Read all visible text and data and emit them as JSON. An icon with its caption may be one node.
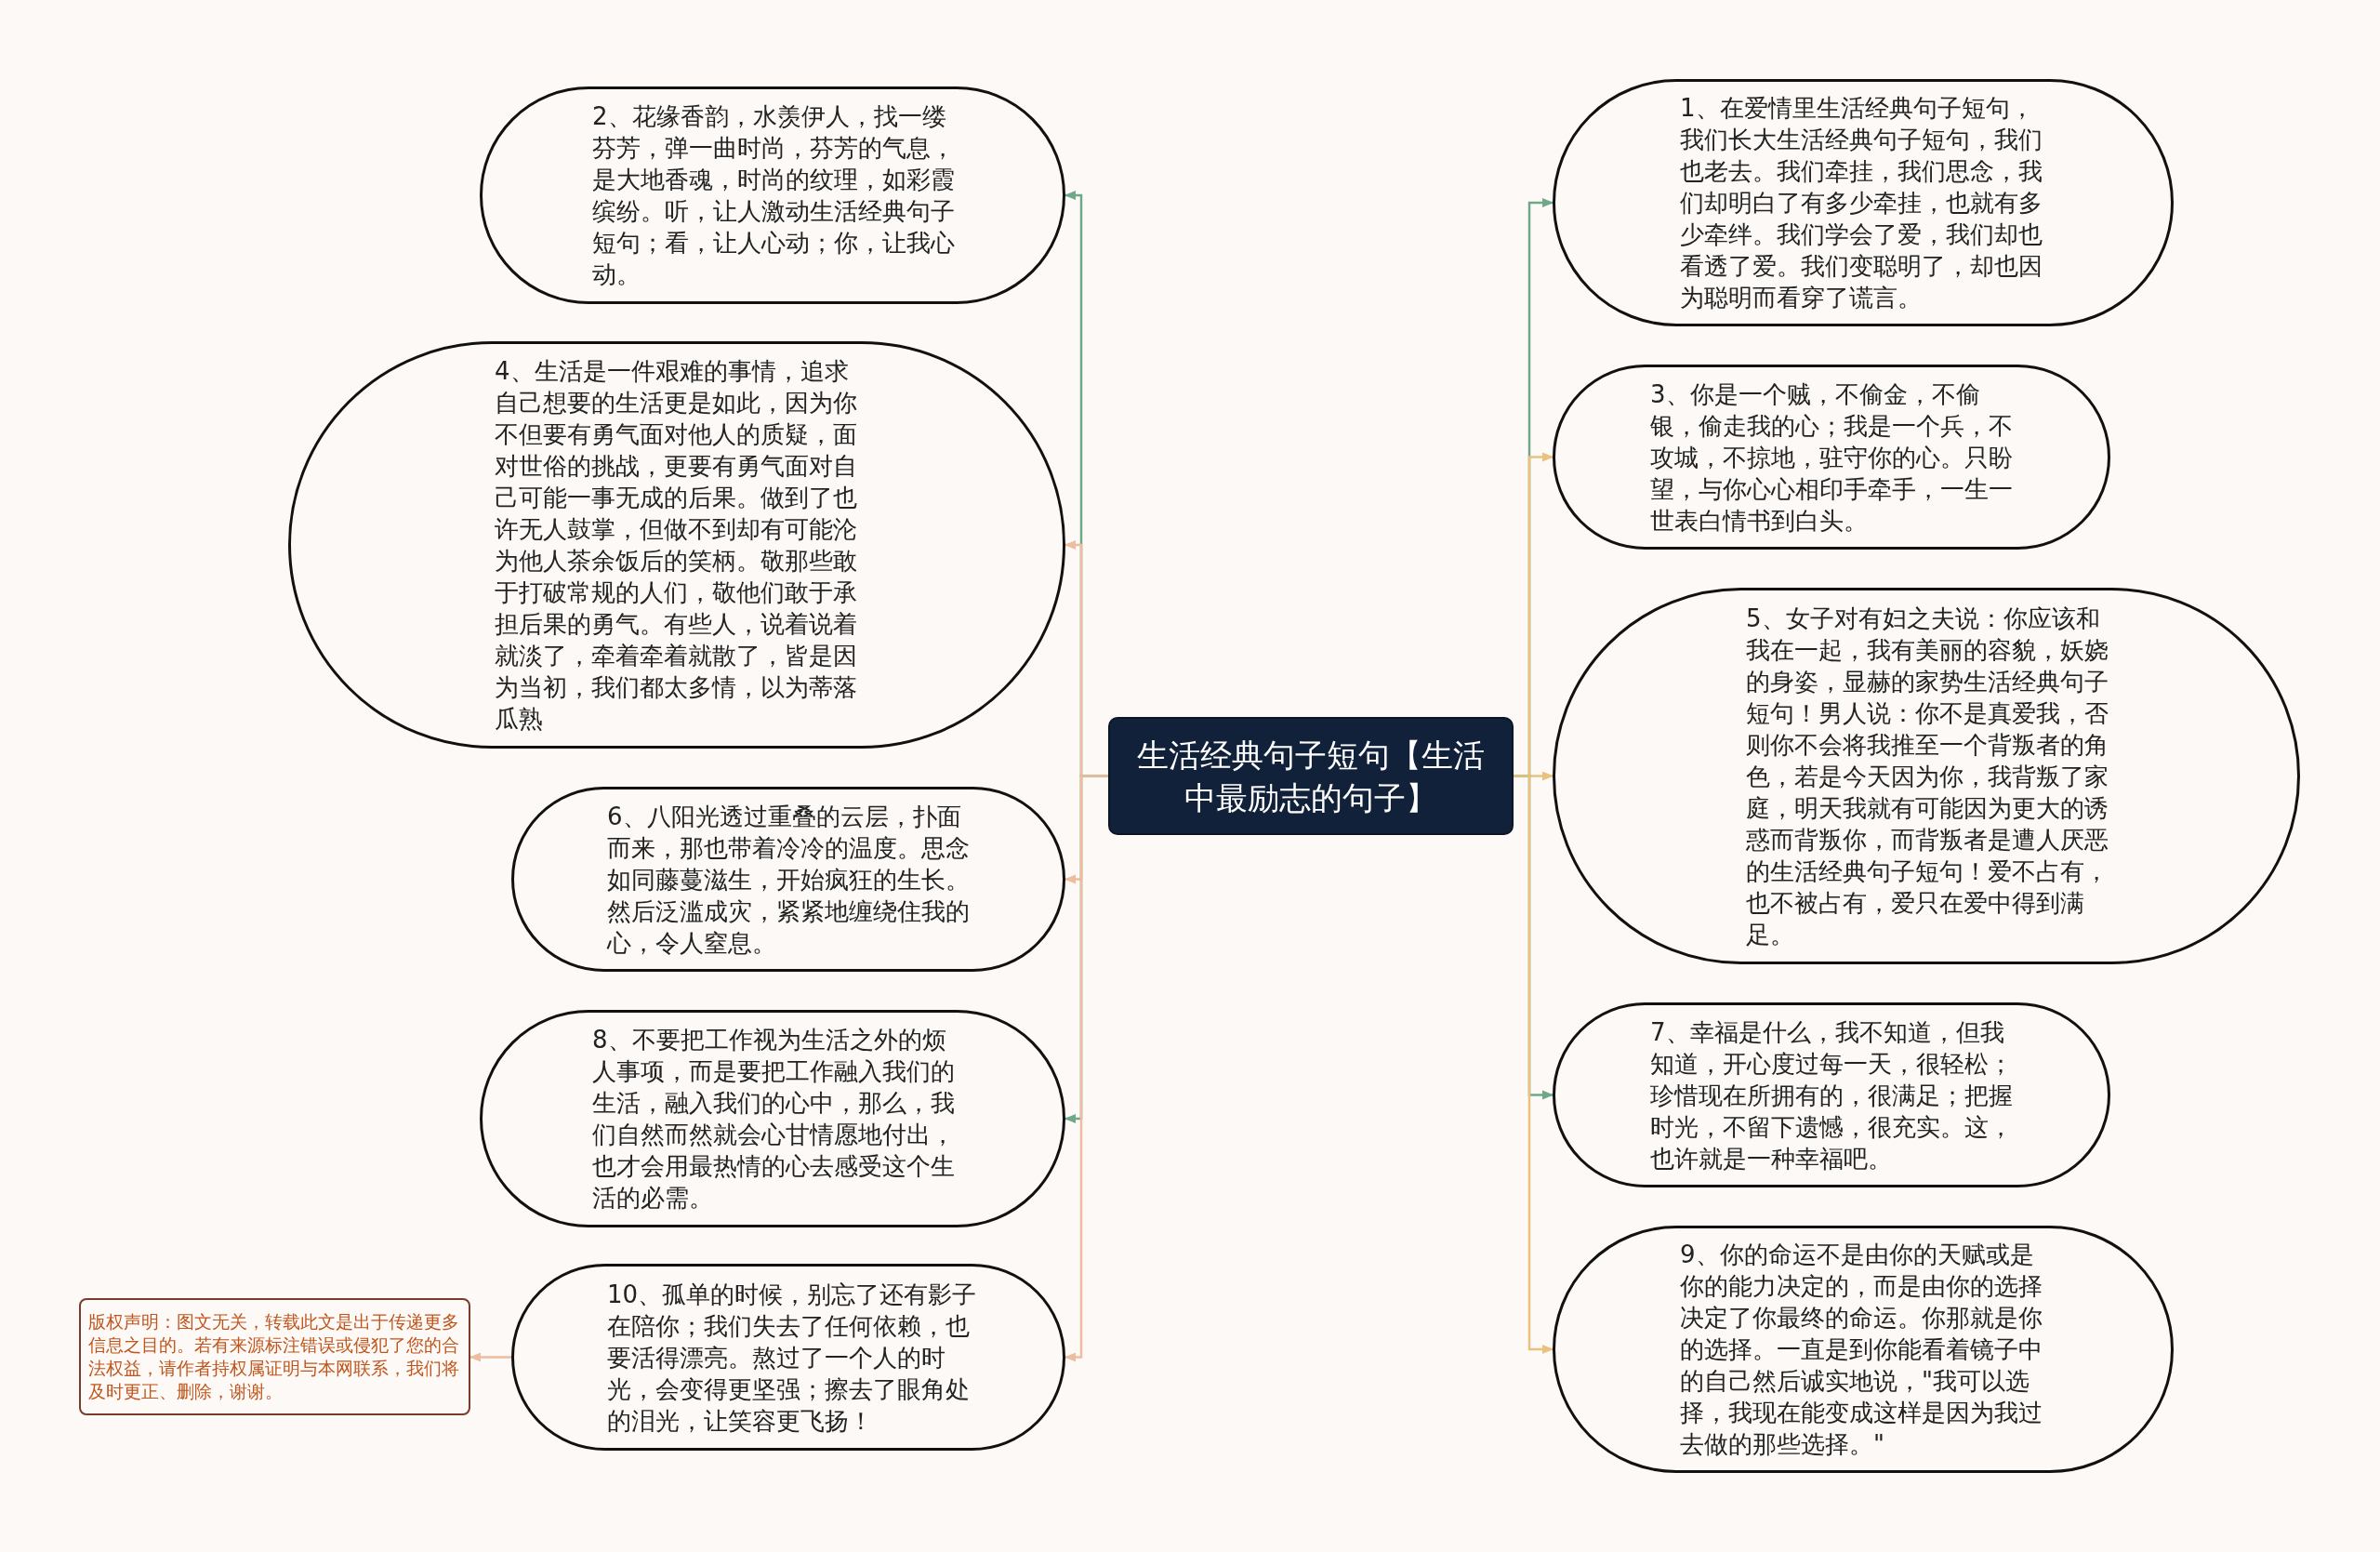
{
  "diagram": {
    "nodes": [
      {
        "text": [
          "生活经典句子短句【生活中最励志的句子】"
        ]
      },
      {
        "text": [
          "1、在爱情里生活经典句子短句，我们长大生活经典句子短句，我们也老去。我们牵挂，我们思念，我们却明白了有多少牵挂，也就有多少牵绊。我们学会了爱，我们却也看透了爱。我们变聪明了，却也因为聪明而看穿了谎言。"
        ]
      },
      {
        "text": [
          "2、花缘香韵，水羡伊人，找一缕芬芳，弹一曲时尚，芬芳的气息，是大地香魂，时尚的纹理，如彩霞缤纷。听，让人激动生活经典句子短句；看，让人心动；你，让我心动。"
        ]
      },
      {
        "text": [
          "3、你是一个贼，不偷金，不偷银，偷走我的心；我是一个兵，不攻城，不掠地，驻守你的心。只盼望，与你心心相印手牵手，一生一世表白情书到白头。"
        ]
      },
      {
        "text": [
          "4、生活是一件艰难的事情，追求自己想要的生活更是如此，因为你不但要有勇气面对他人的质疑，面对世俗的挑战，更要有勇气面对自己可能一事无成的后果。做到了也许无人鼓掌，但做不到却有可能沦为他人茶余饭后的笑柄。敬那些敢于打破常规的人们，敬他们敢于承担后果的勇气。有些人，说着说着就淡了，牵着牵着就散了，皆是因为当初，我们都太多情，以为蒂落瓜熟"
        ]
      },
      {
        "text": [
          "5、女子对有妇之夫说：你应该和我在一起，我有美丽的容貌，妖娆的身姿，显赫的家势生活经典句子短句！男人说：你不是真爱我，否则你不会将我推至一个背叛者的角色，若是今天因为你，我背叛了家庭，明天我就有可能因为更大的诱惑而背叛你，而背叛者是遭人厌恶的生活经典句子短句！爱不占有，也不被占有，爱只在爱中得到满足。"
        ]
      },
      {
        "text": [
          "6、八阳光透过重叠的云层，扑面而来，那也带着冷冷的温度。思念如同藤蔓滋生，开始疯狂的生长。然后泛滥成灾，紧紧地缠绕住我的心，令人窒息。"
        ]
      },
      {
        "text": [
          "7、幸福是什么，我不知道，但我知道，开心度过每一天，很轻松；珍惜现在所拥有的，很满足；把握时光，不留下遗憾，很充实。这，也许就是一种幸福吧。"
        ]
      },
      {
        "text": [
          "8、不要把工作视为生活之外的烦人事项，而是要把工作融入我们的生活，融入我们的心中，那么，我们自然而然就会心甘情愿地付出，也才会用最热情的心去感受这个生活的必需。"
        ]
      },
      {
        "text": [
          "9、你的命运不是由你的天赋或是你的能力决定的，而是由你的选择决定了你最终的命运。你那就是你的选择。一直是到你能看着镜子中的自己然后诚实地说，\"我可以选择，我现在能变成这样是因为我过去做的那些选择。\""
        ]
      },
      {
        "text": [
          "10、孤单的时候，别忘了还有影子在陪你；我们失去了任何依赖，也要活得漂亮。熬过了一个人的时光，会变得更坚强；擦去了眼角处的泪光，让笑容更飞扬！"
        ]
      },
      {
        "text": [
          "版权声明：图文无关，转载此文是出于传递更多信息之目的。若有来源标注错误或侵犯了您的合法权益，请作者持权属证明与本网联系，我们将及时更正、删除，谢谢。"
        ]
      }
    ],
    "edges": [
      {
        "from": 0,
        "to": 1,
        "arrow": "to",
        "color": "#6fa888"
      },
      {
        "from": 0,
        "to": 2,
        "arrow": "to",
        "color": "#6fa888"
      },
      {
        "from": 0,
        "to": 3,
        "arrow": "to",
        "color": "#e8c27e"
      },
      {
        "from": 0,
        "to": 4,
        "arrow": "to",
        "color": "#eebd9f"
      },
      {
        "from": 0,
        "to": 5,
        "arrow": "to",
        "color": "#e8c27e"
      },
      {
        "from": 0,
        "to": 6,
        "arrow": "to",
        "color": "#eebd9f"
      },
      {
        "from": 0,
        "to": 7,
        "arrow": "to",
        "color": "#6fa888"
      },
      {
        "from": 0,
        "to": 8,
        "arrow": "to",
        "color": "#6fa888"
      },
      {
        "from": 0,
        "to": 9,
        "arrow": "to",
        "color": "#e8c27e"
      },
      {
        "from": 0,
        "to": 10,
        "arrow": "to",
        "color": "#eebd9f"
      },
      {
        "from": 10,
        "to": 11,
        "arrow": "to",
        "color": "#eebd9f"
      }
    ]
  }
}
